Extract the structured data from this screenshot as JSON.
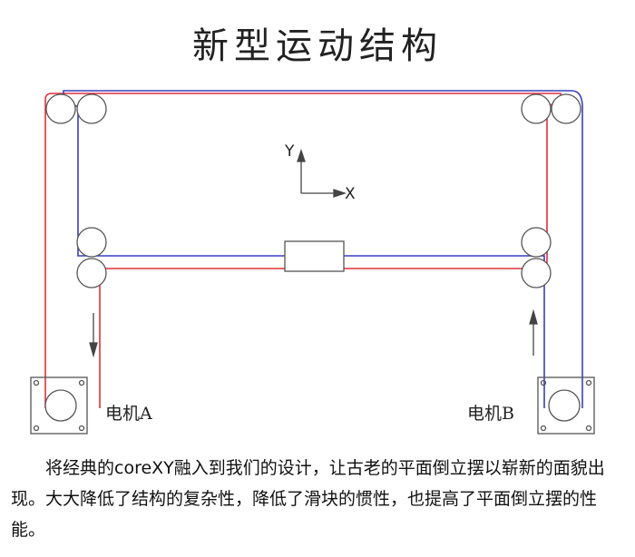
{
  "title": "新型运动结构",
  "diagram": {
    "axis_y": "Y",
    "axis_x": "X",
    "motor_a": "电机A",
    "motor_b": "电机B",
    "colors": {
      "belt_a": "#e0303a",
      "belt_b": "#3a3fbf",
      "outline": "#555555"
    }
  },
  "description": "将经典的coreXY融入到我们的设计，让古老的平面倒立摆以崭新的面貌出现。大大降低了结构的复杂性，降低了滑块的惯性，也提高了平面倒立摆的性能。"
}
